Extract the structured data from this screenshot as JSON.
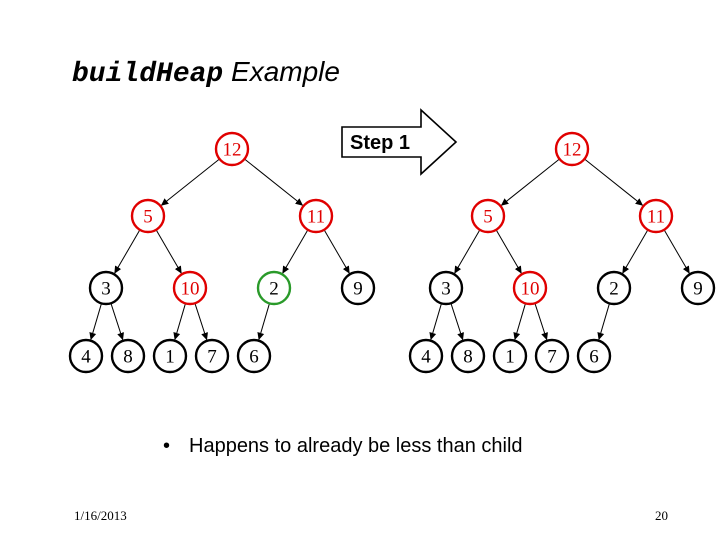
{
  "slide": {
    "title_code": "buildHeap",
    "title_rest": " Example",
    "step_label": "Step 1",
    "bullet_marker": "•",
    "bullet_text": "Happens to already be less than child",
    "date": "1/16/2013",
    "page_number": "20"
  },
  "colors": {
    "red": "#e00000",
    "green": "#2a9a2a",
    "black": "#000000"
  },
  "trees": [
    {
      "name": "before",
      "nodes": [
        {
          "id": "a1",
          "label": "12",
          "status": "red"
        },
        {
          "id": "a2",
          "label": "5",
          "status": "red"
        },
        {
          "id": "a3",
          "label": "11",
          "status": "red"
        },
        {
          "id": "a4",
          "label": "3",
          "status": "black"
        },
        {
          "id": "a5",
          "label": "10",
          "status": "red"
        },
        {
          "id": "a6",
          "label": "2",
          "status": "green"
        },
        {
          "id": "a7",
          "label": "9",
          "status": "black"
        },
        {
          "id": "a8",
          "label": "4",
          "status": "black"
        },
        {
          "id": "a9",
          "label": "8",
          "status": "black"
        },
        {
          "id": "a10",
          "label": "1",
          "status": "black"
        },
        {
          "id": "a11",
          "label": "7",
          "status": "black"
        },
        {
          "id": "a12",
          "label": "6",
          "status": "black"
        }
      ]
    },
    {
      "name": "after",
      "nodes": [
        {
          "id": "b1",
          "label": "12",
          "status": "red"
        },
        {
          "id": "b2",
          "label": "5",
          "status": "red"
        },
        {
          "id": "b3",
          "label": "11",
          "status": "red"
        },
        {
          "id": "b4",
          "label": "3",
          "status": "black"
        },
        {
          "id": "b5",
          "label": "10",
          "status": "red"
        },
        {
          "id": "b6",
          "label": "2",
          "status": "black"
        },
        {
          "id": "b7",
          "label": "9",
          "status": "black"
        },
        {
          "id": "b8",
          "label": "4",
          "status": "black"
        },
        {
          "id": "b9",
          "label": "8",
          "status": "black"
        },
        {
          "id": "b10",
          "label": "1",
          "status": "black"
        },
        {
          "id": "b11",
          "label": "7",
          "status": "black"
        },
        {
          "id": "b12",
          "label": "6",
          "status": "black"
        }
      ]
    }
  ]
}
